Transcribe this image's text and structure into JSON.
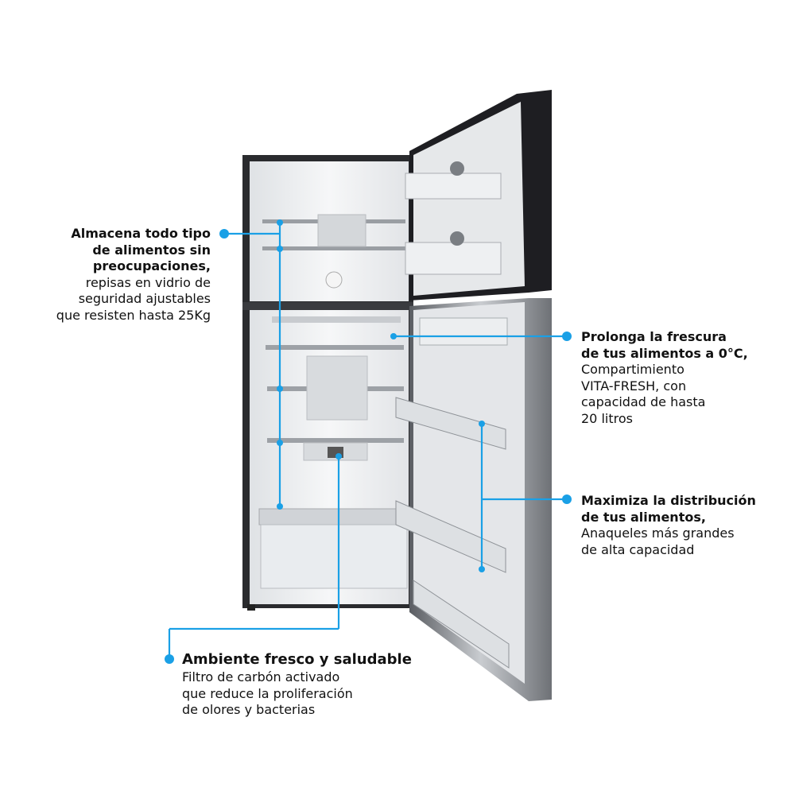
{
  "callouts": {
    "shelves": {
      "title_lines": [
        "Almacena todo tipo",
        "de alimentos sin",
        "preocupaciones,"
      ],
      "body_lines": [
        "repisas en vidrio de",
        "seguridad ajustables",
        "que resisten hasta 25Kg"
      ]
    },
    "vitafresh": {
      "title_lines": [
        "Prolonga la frescura",
        "de tus alimentos a 0°C,"
      ],
      "body_lines": [
        "Compartimiento",
        "VITA-FRESH, con",
        "capacidad de hasta",
        "20 litros"
      ]
    },
    "distribution": {
      "title_lines": [
        "Maximiza la distribución",
        "de tus alimentos,"
      ],
      "body_lines": [
        "Anaqueles más grandes",
        "de alta capacidad"
      ]
    },
    "filter": {
      "title_lines": [
        "Ambiente fresco y saludable"
      ],
      "body_lines": [
        "Filtro de carbón activado",
        "que reduce la proliferación",
        "de olores y bacterias"
      ]
    }
  },
  "colors": {
    "accent": "#1aa0e6",
    "door_dark": "#1e1e22",
    "interior": "#eef0f2"
  }
}
